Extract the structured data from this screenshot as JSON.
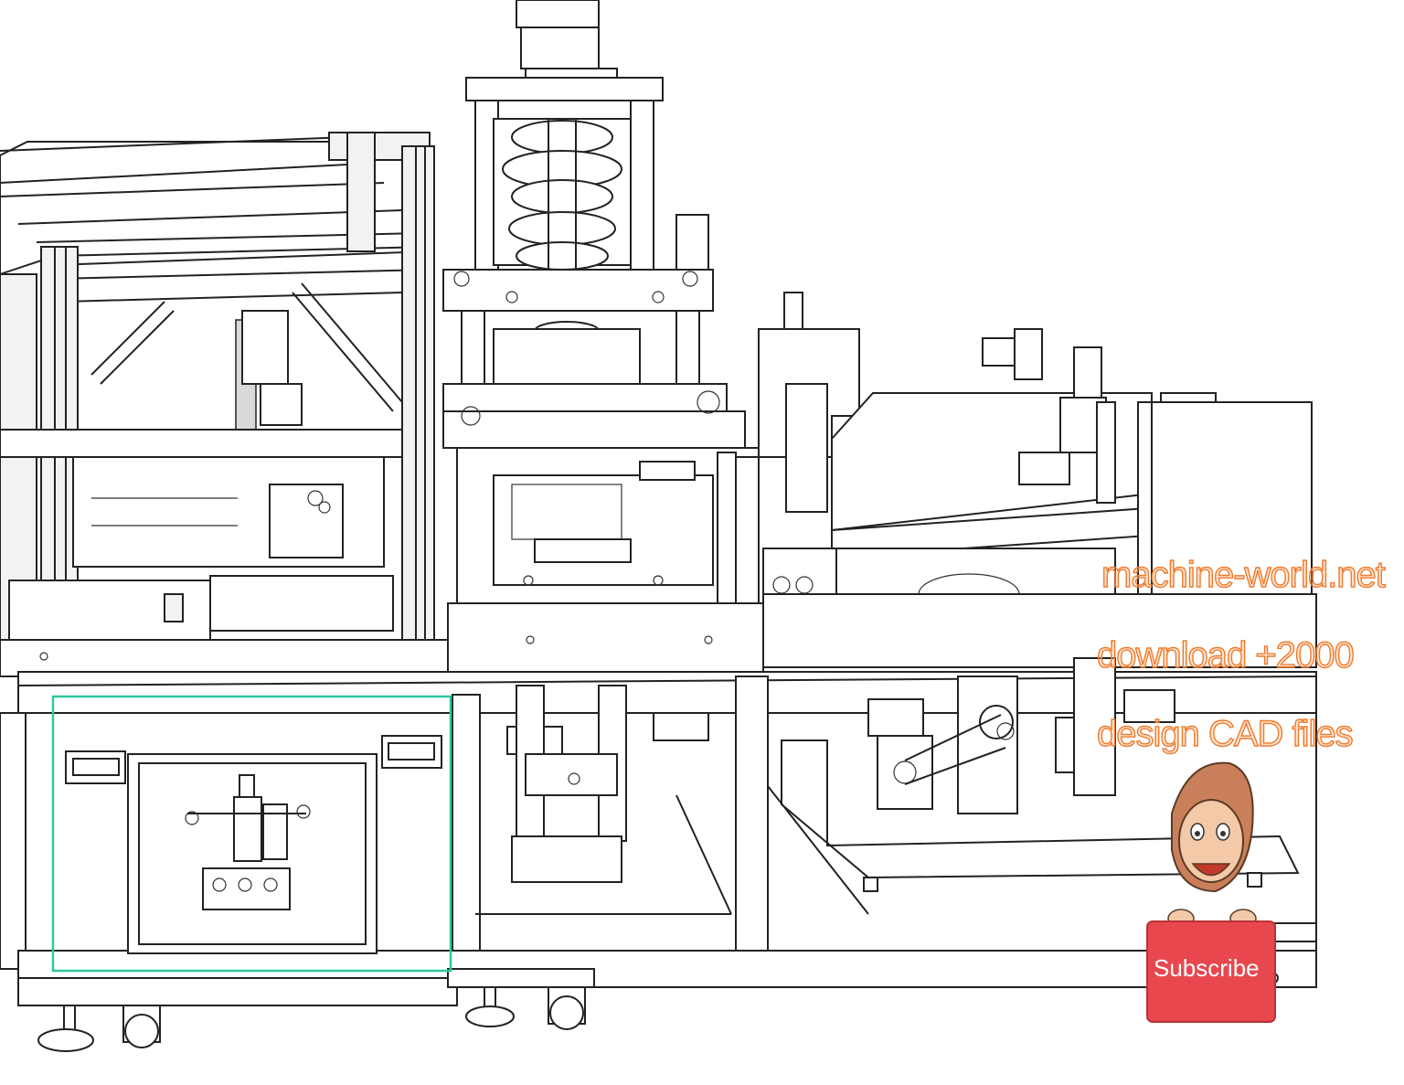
{
  "watermark": {
    "site": "machine-world.net",
    "download": "download +2000",
    "cad": "design CAD files",
    "color": "#f07a2a"
  },
  "badge": {
    "subscribe": "Subscribe",
    "color": "#e8474e"
  },
  "highlight_color": "#2ec8a0"
}
